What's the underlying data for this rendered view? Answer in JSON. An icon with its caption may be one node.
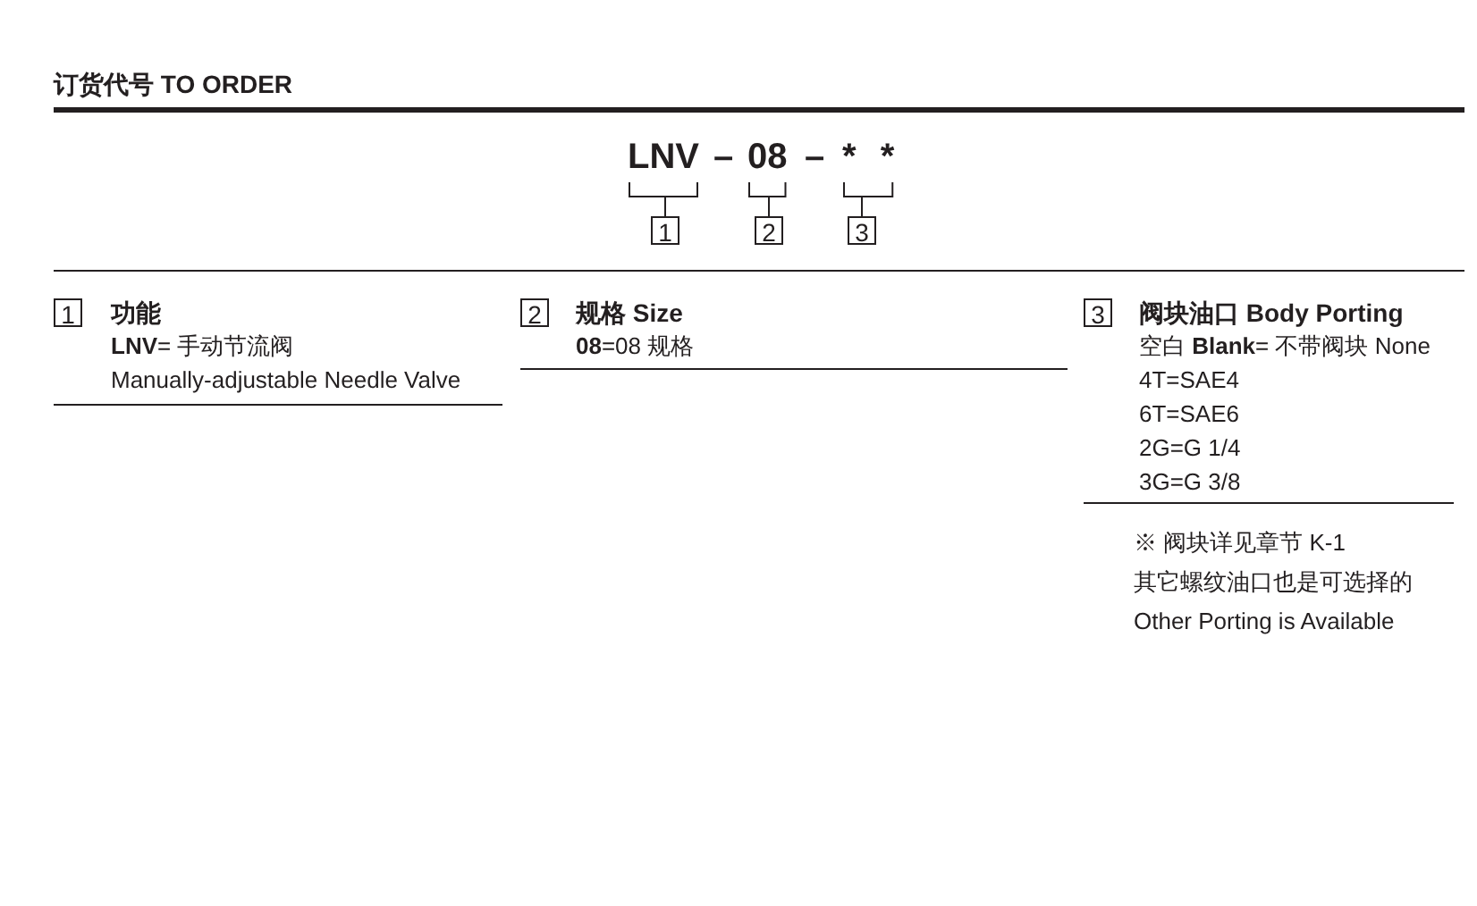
{
  "diagram": {
    "title": "订货代号 TO ORDER",
    "nodes": [
      {
        "text": [
          "LNV"
        ]
      },
      {
        "text": [
          "08"
        ]
      },
      {
        "text": [
          "* *"
        ]
      },
      {
        "text": [
          "1"
        ]
      },
      {
        "text": [
          "2"
        ]
      },
      {
        "text": [
          "3"
        ]
      },
      {
        "text": [
          "1"
        ],
        "beside": [
          "功能",
          "**LNV**= 手动节流阀",
          "Manually-adjustable Needle Valve"
        ]
      },
      {
        "text": [
          "2"
        ],
        "beside": [
          "规格 Size",
          "**08**=08 规格"
        ]
      },
      {
        "text": [
          "3"
        ],
        "beside": [
          "阀块油口 Body Porting",
          "空白 **Blank**= 不带阀块 None",
          "4T=SAE4",
          "6T=SAE6",
          "2G=G 1/4",
          "3G=G 3/8"
        ]
      }
    ],
    "edges": [
      {
        "from": 0,
        "to": 3,
        "arrow": "none"
      },
      {
        "from": 1,
        "to": 4,
        "arrow": "none"
      },
      {
        "from": 2,
        "to": 5,
        "arrow": "none"
      }
    ],
    "labels": [
      "–",
      "–",
      "※ 阀块详见章节 K-1",
      "其它螺纹油口也是可选择的",
      "Other Porting is Available"
    ]
  }
}
